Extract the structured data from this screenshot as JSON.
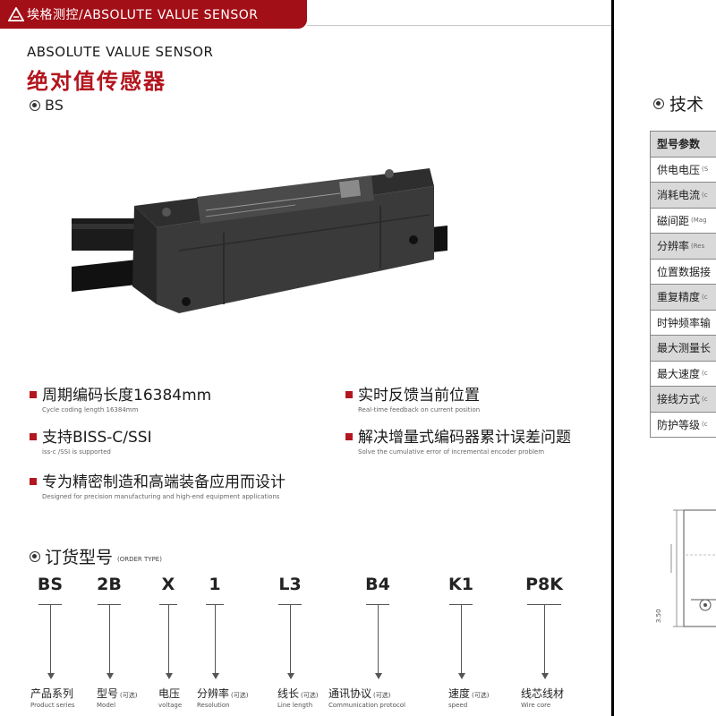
{
  "header": {
    "brand": "埃格测控/ABSOLUTE VALUE SENSOR",
    "accent_color": "#a30f17",
    "logo_icon": "triangle-logo-icon"
  },
  "title": {
    "en": "ABSOLUTE VALUE SENSOR",
    "cn": "绝对值传感器",
    "model": "BS"
  },
  "features": [
    {
      "cn": "周期编码长度16384mm",
      "en": "Cycle coding length 16384mm"
    },
    {
      "cn": "实时反馈当前位置",
      "en": "Real-time feedback on current position"
    },
    {
      "cn": "支持BISS-C/SSI",
      "en": "iss-c /SSI is supported"
    },
    {
      "cn": "解决增量式编码器累计误差问题",
      "en": "Solve the cumulative error of incremental encoder problem"
    },
    {
      "cn": "专为精密制造和高端装备应用而设计",
      "en": "Designed for precision manufacturing and high-end equipment applications"
    }
  ],
  "order": {
    "title": "订货型号",
    "subtitle": "(ORDER TYPE)",
    "items": [
      {
        "code": "BS",
        "cn": "产品系列",
        "opt": "",
        "en": "Product series"
      },
      {
        "code": "2B",
        "cn": "型号",
        "opt": "(可选)",
        "en": "Model"
      },
      {
        "code": "X",
        "cn": "电压",
        "opt": "",
        "en": "voltage"
      },
      {
        "code": "1",
        "cn": "分辨率",
        "opt": "(可选)",
        "en": "Resolution"
      },
      {
        "code": "L3",
        "cn": "线长",
        "opt": "(可选)",
        "en": "Line length"
      },
      {
        "code": "B4",
        "cn": "通讯协议",
        "opt": "(可选)",
        "en": "Communication protocol"
      },
      {
        "code": "K1",
        "cn": "速度",
        "opt": "(可选)",
        "en": "speed"
      },
      {
        "code": "P8K",
        "cn": "线芯线材",
        "opt": "",
        "en": "Wire core"
      }
    ]
  },
  "tech": {
    "title": "技术",
    "rows": [
      {
        "k": "型号参数",
        "e": ""
      },
      {
        "k": "供电电压",
        "e": "(S"
      },
      {
        "k": "消耗电流",
        "e": "(c"
      },
      {
        "k": "磁间距",
        "e": "(Mag"
      },
      {
        "k": "分辨率",
        "e": "(Res"
      },
      {
        "k": "位置数据接",
        "e": ""
      },
      {
        "k": "重复精度",
        "e": "(c"
      },
      {
        "k": "时钟频率输",
        "e": ""
      },
      {
        "k": "最大测量长",
        "e": ""
      },
      {
        "k": "最大速度",
        "e": "(c"
      },
      {
        "k": "接线方式",
        "e": "(c"
      },
      {
        "k": "防护等级",
        "e": "(c"
      }
    ]
  },
  "drawing": {
    "dim_label": "3.50"
  }
}
